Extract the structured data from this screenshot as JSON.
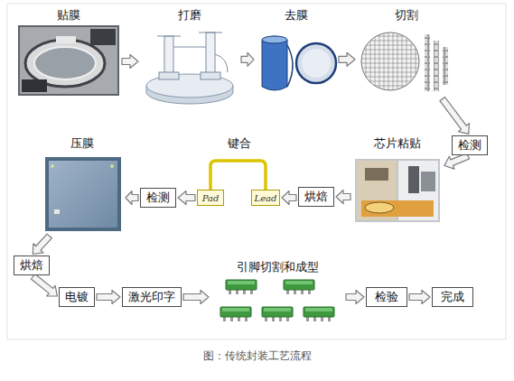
{
  "diagram": {
    "caption": "图：传统封装工艺流程",
    "nodes": [
      {
        "text": [
          "贴膜"
        ]
      },
      {
        "text": [
          "打磨"
        ]
      },
      {
        "text": [
          "去膜"
        ]
      },
      {
        "text": [
          "切割"
        ]
      },
      {
        "text": [
          "检测"
        ]
      },
      {
        "text": [
          "芯片粘贴"
        ]
      },
      {
        "text": [
          "烘焙"
        ]
      },
      {
        "text": [
          "键合"
        ]
      },
      {
        "text": [
          "Pad"
        ],
        "in": 7
      },
      {
        "text": [
          "Lead"
        ],
        "in": 7
      },
      {
        "text": [
          "检测"
        ]
      },
      {
        "text": [
          "压膜"
        ]
      },
      {
        "text": [
          "烘焙"
        ]
      },
      {
        "text": [
          "电镀"
        ]
      },
      {
        "text": [
          "激光印字"
        ]
      },
      {
        "text": [
          "引脚切割和成型"
        ]
      },
      {
        "text": [
          "检验"
        ]
      },
      {
        "text": [
          "完成"
        ]
      }
    ],
    "edges": [
      {
        "from": 0,
        "to": 1,
        "arrow": "to"
      },
      {
        "from": 1,
        "to": 2,
        "arrow": "to"
      },
      {
        "from": 2,
        "to": 3,
        "arrow": "to"
      },
      {
        "from": 3,
        "to": 4,
        "arrow": "to"
      },
      {
        "from": 4,
        "to": 5,
        "arrow": "to"
      },
      {
        "from": 5,
        "to": 6,
        "arrow": "to"
      },
      {
        "from": 6,
        "to": 9,
        "arrow": "to"
      },
      {
        "from": 8,
        "to": 9,
        "arrow": "none"
      },
      {
        "from": 8,
        "to": 10,
        "arrow": "to"
      },
      {
        "from": 10,
        "to": 11,
        "arrow": "to"
      },
      {
        "from": 11,
        "to": 12,
        "arrow": "to"
      },
      {
        "from": 12,
        "to": 13,
        "arrow": "to"
      },
      {
        "from": 13,
        "to": 14,
        "arrow": "to"
      },
      {
        "from": 14,
        "to": 15,
        "arrow": "to"
      },
      {
        "from": 15,
        "to": 16,
        "arrow": "to"
      },
      {
        "from": 16,
        "to": 17,
        "arrow": "to"
      }
    ]
  }
}
